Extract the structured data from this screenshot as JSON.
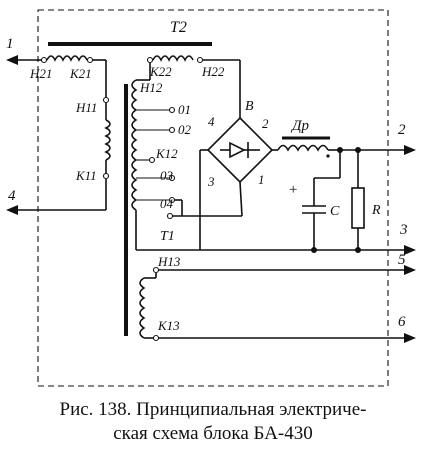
{
  "labels": {
    "t2": "Т2",
    "t1": "Т1",
    "n21": "Н21",
    "k21": "К21",
    "n11": "Н11",
    "k11": "К11",
    "k22": "К22",
    "n22": "Н22",
    "n12": "Н12",
    "tap01": "01",
    "tap02": "02",
    "k12": "К12",
    "tap03": "03",
    "tap04": "04",
    "n13": "Н13",
    "k13": "К13",
    "bridge": "В",
    "bridge_pin2": "2",
    "bridge_pin4": "4",
    "bridge_pin3": "3",
    "bridge_pin1": "1",
    "choke": "Др",
    "capacitor": "С",
    "resistor": "R",
    "plus": "+"
  },
  "terminals": {
    "t1": "1",
    "t2": "2",
    "t3": "3",
    "t4": "4",
    "t5": "5",
    "t6": "6"
  },
  "caption": {
    "line1": "Рис. 138. Принципиальная электриче-",
    "line2": "ская схема блока БА-430"
  }
}
